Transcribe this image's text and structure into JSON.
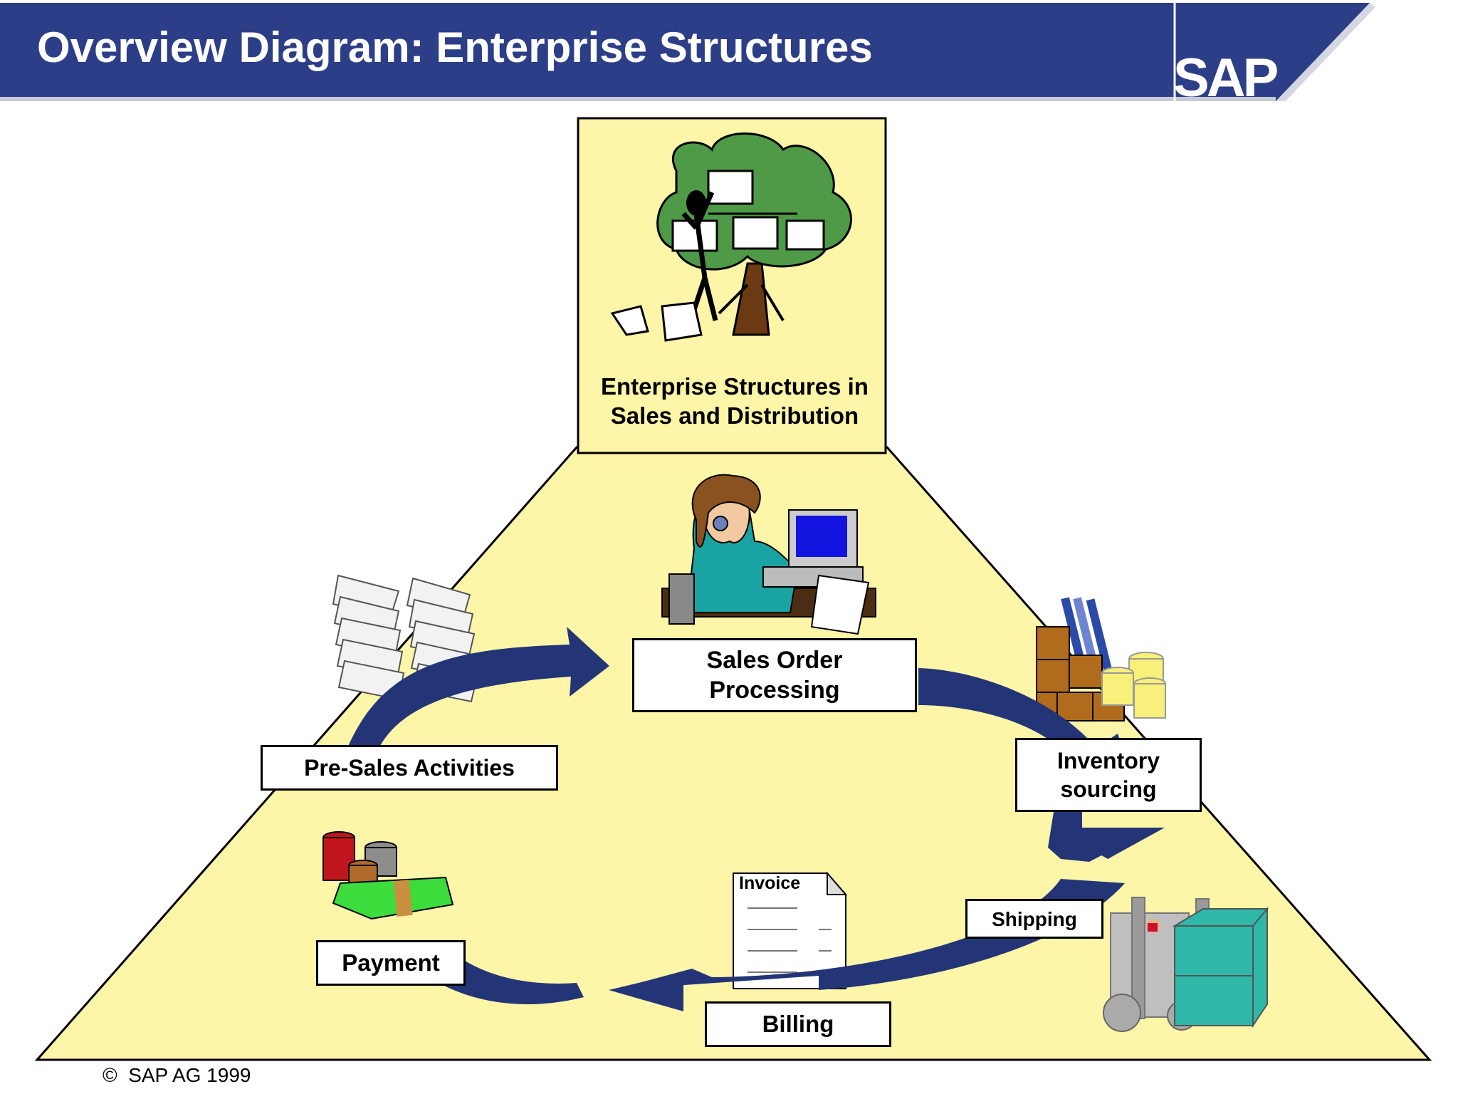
{
  "header": {
    "title": "Overview Diagram: Enterprise Structures",
    "logo": "SAP"
  },
  "colors": {
    "header_bg": "#2c3e87",
    "triangle_fill": "#fdf5a8",
    "arrow": "#233577"
  },
  "top_box": {
    "label_line1": "Enterprise Structures in",
    "label_line2": "Sales and Distribution",
    "icon": "org-tree-icon"
  },
  "steps": {
    "sales_order": {
      "line1": "Sales Order",
      "line2": "Processing",
      "icon": "call-center-agent-icon"
    },
    "presales": {
      "label": "Pre-Sales Activities",
      "icon": "mail-stack-icon"
    },
    "inventory": {
      "line1": "Inventory",
      "line2": "sourcing",
      "icon": "warehouse-boxes-icon"
    },
    "shipping": {
      "label": "Shipping",
      "icon": "forklift-icon"
    },
    "billing": {
      "label": "Billing",
      "icon": "invoice-icon",
      "invoice_text": "Invoice"
    },
    "payment": {
      "label": "Payment",
      "icon": "money-stack-icon"
    }
  },
  "footer": {
    "text": "SAP AG 1999"
  }
}
